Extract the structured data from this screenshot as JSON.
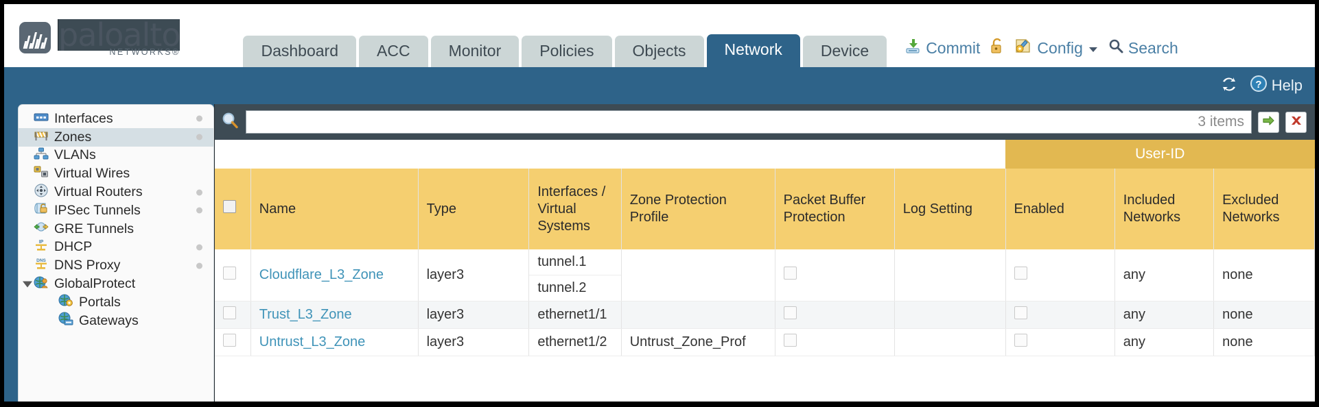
{
  "brand": {
    "name": "paloalto",
    "tagline": "NETWORKS",
    "registered": "®"
  },
  "nav": {
    "tabs": [
      {
        "label": "Dashboard",
        "active": false
      },
      {
        "label": "ACC",
        "active": false
      },
      {
        "label": "Monitor",
        "active": false
      },
      {
        "label": "Policies",
        "active": false
      },
      {
        "label": "Objects",
        "active": false
      },
      {
        "label": "Network",
        "active": true
      },
      {
        "label": "Device",
        "active": false
      }
    ]
  },
  "header_actions": {
    "commit": {
      "label": "Commit",
      "icon": "commit-save-icon"
    },
    "lock": {
      "label": "",
      "icon": "padlock-icon"
    },
    "config": {
      "label": "Config",
      "icon": "config-wrench-icon",
      "caret": "▼"
    },
    "search": {
      "label": "Search",
      "icon": "search-magnifier-icon"
    }
  },
  "bluebar": {
    "refresh": {
      "icon": "refresh-icon"
    },
    "help": {
      "label": "Help",
      "icon": "help-question-icon"
    }
  },
  "sidebar": {
    "items": [
      {
        "label": "Interfaces",
        "icon": "interfaces-icon",
        "selected": false,
        "dot": true,
        "child": false,
        "caret": false
      },
      {
        "label": "Zones",
        "icon": "zones-icon",
        "selected": true,
        "dot": true,
        "child": false,
        "caret": false
      },
      {
        "label": "VLANs",
        "icon": "vlans-icon",
        "selected": false,
        "dot": false,
        "child": false,
        "caret": false
      },
      {
        "label": "Virtual Wires",
        "icon": "virtual-wires-icon",
        "selected": false,
        "dot": false,
        "child": false,
        "caret": false
      },
      {
        "label": "Virtual Routers",
        "icon": "virtual-routers-icon",
        "selected": false,
        "dot": true,
        "child": false,
        "caret": false
      },
      {
        "label": "IPSec Tunnels",
        "icon": "ipsec-tunnels-icon",
        "selected": false,
        "dot": true,
        "child": false,
        "caret": false
      },
      {
        "label": "GRE Tunnels",
        "icon": "gre-tunnels-icon",
        "selected": false,
        "dot": false,
        "child": false,
        "caret": false
      },
      {
        "label": "DHCP",
        "icon": "dhcp-icon",
        "selected": false,
        "dot": true,
        "child": false,
        "caret": false
      },
      {
        "label": "DNS Proxy",
        "icon": "dns-proxy-icon",
        "selected": false,
        "dot": true,
        "child": false,
        "caret": false
      },
      {
        "label": "GlobalProtect",
        "icon": "globalprotect-icon",
        "selected": false,
        "dot": false,
        "child": false,
        "caret": true
      },
      {
        "label": "Portals",
        "icon": "portals-icon",
        "selected": false,
        "dot": false,
        "child": true,
        "caret": false
      },
      {
        "label": "Gateways",
        "icon": "gateways-icon",
        "selected": false,
        "dot": false,
        "child": true,
        "caret": false
      }
    ]
  },
  "search": {
    "icon": "search-magnifier-icon",
    "value": "",
    "placeholder": "",
    "item_count": "3 items",
    "apply_icon": "green-arrow-right-icon",
    "clear_icon": "red-x-icon"
  },
  "table": {
    "group_header": {
      "label": "User-ID",
      "span": 3
    },
    "columns": [
      {
        "key": "checkbox",
        "label": ""
      },
      {
        "key": "name",
        "label": "Name"
      },
      {
        "key": "type",
        "label": "Type"
      },
      {
        "key": "interfaces",
        "label": "Interfaces / Virtual Systems"
      },
      {
        "key": "zone_protection",
        "label": "Zone Protection Profile"
      },
      {
        "key": "packet_buffer",
        "label": "Packet Buffer Protection"
      },
      {
        "key": "log_setting",
        "label": "Log Setting"
      },
      {
        "key": "enabled",
        "label": "Enabled"
      },
      {
        "key": "included",
        "label": "Included Networks"
      },
      {
        "key": "excluded",
        "label": "Excluded Networks"
      }
    ],
    "rows": [
      {
        "selected": false,
        "name": "Cloudflare_L3_Zone",
        "type": "layer3",
        "interfaces": [
          "tunnel.1",
          "tunnel.2"
        ],
        "zone_protection": "",
        "packet_buffer_checked": false,
        "log_setting": "",
        "enabled_checked": false,
        "included": "any",
        "excluded": "none"
      },
      {
        "selected": false,
        "name": "Trust_L3_Zone",
        "type": "layer3",
        "interfaces": [
          "ethernet1/1"
        ],
        "zone_protection": "",
        "packet_buffer_checked": false,
        "log_setting": "",
        "enabled_checked": false,
        "included": "any",
        "excluded": "none"
      },
      {
        "selected": false,
        "name": "Untrust_L3_Zone",
        "type": "layer3",
        "interfaces": [
          "ethernet1/2"
        ],
        "zone_protection": "Untrust_Zone_Prof",
        "packet_buffer_checked": false,
        "log_setting": "",
        "enabled_checked": false,
        "included": "any",
        "excluded": "none"
      }
    ]
  },
  "colors": {
    "header_blue": "#2e6389",
    "table_header_yellow": "#f5cf70",
    "group_header_yellow": "#e2b851",
    "link_blue": "#3f93b8",
    "panel_dark": "#3d4b54"
  }
}
